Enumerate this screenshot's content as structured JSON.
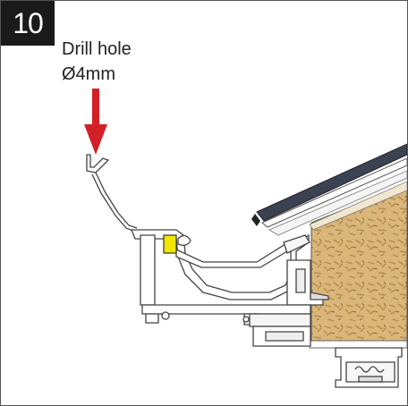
{
  "step": {
    "number": "10"
  },
  "callout": {
    "line1": "Drill hole",
    "line2": "Ø4mm"
  },
  "colors": {
    "arrow": "#d32027",
    "wood": "#d9b679",
    "wood_fleck": "#b48a4a",
    "gasket": "#f2e600",
    "outline": "#444444",
    "glass": "#3b4252"
  },
  "icons": {
    "arrow": "arrow-down-icon"
  }
}
